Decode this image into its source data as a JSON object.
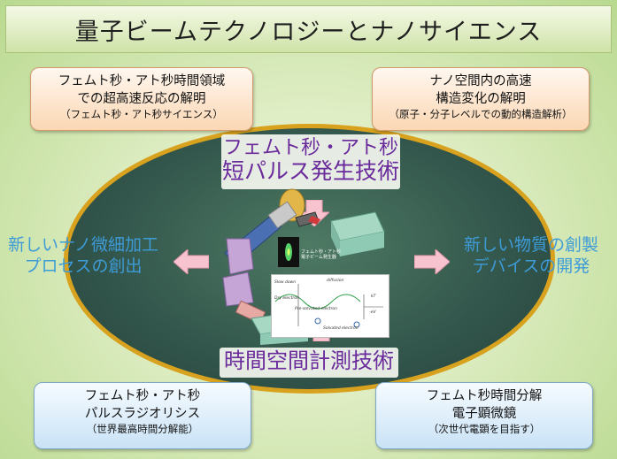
{
  "title": "量子ビームテクノロジーとナノサイエンス",
  "boxes": {
    "top_left": {
      "line1": "フェムト秒・アト秒時間領域",
      "line2": "での超高速反応の解明",
      "line3": "（フェムト秒・アト秒サイエンス）"
    },
    "top_right": {
      "line1": "ナノ空間内の高速",
      "line2": "構造変化の解明",
      "line3": "（原子・分子レベルでの動的構造解析）"
    },
    "bottom_left": {
      "line1": "フェムト秒・アト秒",
      "line2": "パルスラジオリシス",
      "line3": "（世界最高時間分解能）"
    },
    "bottom_right": {
      "line1": "フェムト秒時間分解",
      "line2": "電子顕微鏡",
      "line3": "（次世代電顕を目指す）"
    }
  },
  "center": {
    "top_label_line1": "フェムト秒・アト秒",
    "top_label_line2": "短パルス発生技術",
    "bottom_label": "時間空間計測技術",
    "left_line1": "新しいナノ微細加工",
    "left_line2": "プロセスの創出",
    "right_line1": "新しい物質の創製",
    "right_line2": "デバイスの開発",
    "accelerator_caption_line1": "フェムト秒・アト秒",
    "accelerator_caption_line2": "電子ビーム発生器"
  },
  "panel": {
    "slow_down": "Slow down",
    "diffusion": "diffusion",
    "dry_electron": "Dry electron",
    "pre_solvated": "Pre-solvated electron",
    "solvated": "Solvated electron",
    "kT": "kT",
    "e_minus": "-eV"
  },
  "colors": {
    "accent_purple": "#6a2a9c",
    "accent_blue_text": "#3d9bd8",
    "ellipse_border": "#d8a21e",
    "arrow_pink": "#f7c3cf"
  }
}
